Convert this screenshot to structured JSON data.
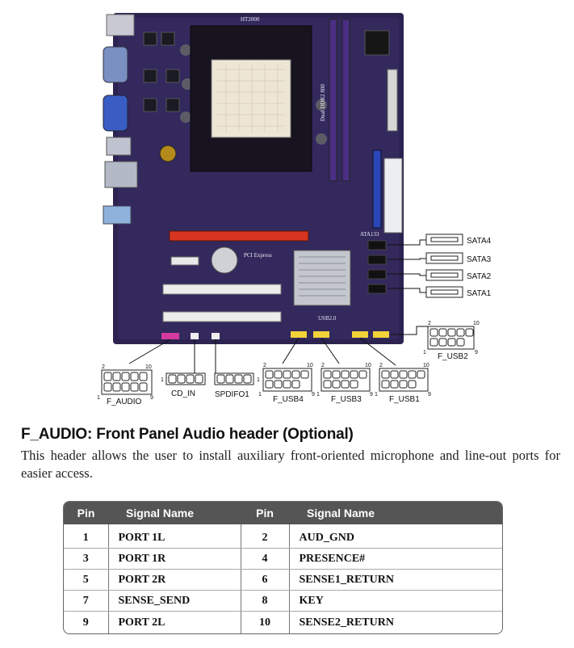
{
  "diagram": {
    "board_text": {
      "model": "HT2000",
      "memory": "Dual DDR2 800",
      "slot": "PCI Express",
      "usb": "USB2.0",
      "ata": "ATA133"
    },
    "connectors": {
      "sata": [
        "SATA4",
        "SATA3",
        "SATA2",
        "SATA1"
      ],
      "f_usb2": {
        "label": "F_USB2",
        "pin_hi": "10",
        "pin_lo": "1",
        "pin_lo2": "9",
        "pin_hi2": "2"
      },
      "f_audio": {
        "label": "F_AUDIO",
        "pin_a": "2",
        "pin_b": "10",
        "pin_c": "1",
        "pin_d": "9"
      },
      "cd_in": {
        "label": "CD_IN",
        "pin": "1"
      },
      "spdifo1": {
        "label": "SPDIFO1",
        "pin": "1"
      },
      "f_usb4": {
        "label": "F_USB4",
        "pin_a": "2",
        "pin_b": "10",
        "pin_c": "1",
        "pin_d": "9"
      },
      "f_usb3": {
        "label": "F_USB3",
        "pin_a": "2",
        "pin_b": "10",
        "pin_c": "1",
        "pin_d": "9"
      },
      "f_usb1": {
        "label": "F_USB1",
        "pin_a": "2",
        "pin_b": "10",
        "pin_c": "1",
        "pin_d": "9"
      }
    }
  },
  "section": {
    "title": "F_AUDIO: Front Panel Audio header (Optional)",
    "description": "This header allows the user to install auxiliary front-oriented microphone and line-out ports for easier access."
  },
  "table": {
    "headers": [
      "Pin",
      "Signal Name",
      "Pin",
      "Signal Name"
    ],
    "rows": [
      [
        "1",
        "PORT 1L",
        "2",
        "AUD_GND"
      ],
      [
        "3",
        "PORT 1R",
        "4",
        "PRESENCE#"
      ],
      [
        "5",
        "PORT 2R",
        "6",
        "SENSE1_RETURN"
      ],
      [
        "7",
        "SENSE_SEND",
        "8",
        "KEY"
      ],
      [
        "9",
        "PORT 2L",
        "10",
        "SENSE2_RETURN"
      ]
    ]
  }
}
